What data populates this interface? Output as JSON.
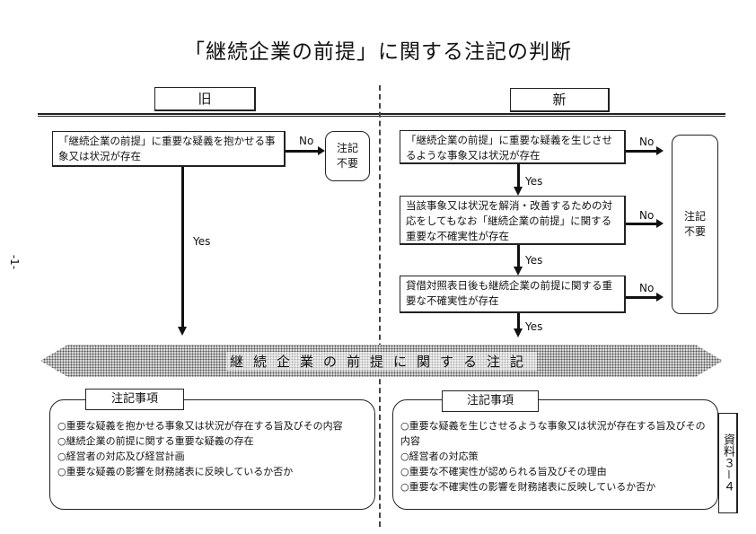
{
  "title": "「継続企業の前提」に関する注記の判断",
  "page_number": "-1-",
  "side_label": "資料３－４",
  "old": {
    "header": "旧",
    "question": "「継続企業の前提」に重要な疑義を抱かせる事象又は状況が存在",
    "no_label": "No",
    "yes_label": "Yes",
    "no_note": "注記不要",
    "notes_header": "注記事項",
    "notes": [
      "○重要な疑義を抱かせる事象又は状況が存在する旨及びその内容",
      "○継続企業の前提に関する重要な疑義の存在",
      "○経営者の対応及び経営計画",
      "○重要な疑義の影響を財務諸表に反映しているか否か"
    ]
  },
  "new": {
    "header": "新",
    "questions": [
      "「継続企業の前提」に重要な疑義を生じさせるような事象又は状況が存在",
      "当該事象又は状況を解消・改善するための対応をしてもなお「継続企業の前提」に関する重要な不確実性が存在",
      "貸借対照表日後も継続企業の前提に関する重要な不確実性が存在"
    ],
    "no_label": "No",
    "yes_label": "Yes",
    "no_note": "注記不要",
    "notes_header": "注記事項",
    "notes": [
      "○重要な疑義を生じさせるような事象又は状況が存在する旨及びその内容",
      "○経営者の対応策",
      "○重要な不確実性が認められる旨及びその理由",
      "○重要な不確実性の影響を財務諸表に反映しているか否か"
    ]
  },
  "banner": "継続企業の前提に関する注記"
}
